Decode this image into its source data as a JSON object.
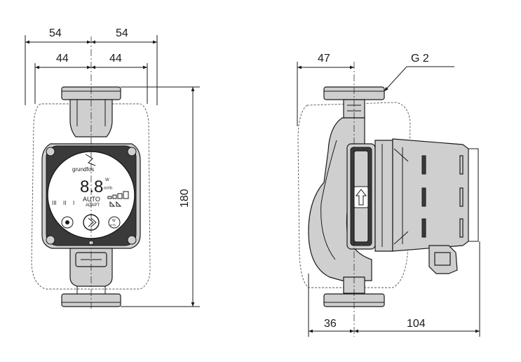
{
  "dimensions": {
    "front_outer_left": "54",
    "front_outer_right": "54",
    "front_inner_left": "44",
    "front_inner_right": "44",
    "front_height": "180",
    "side_top": "47",
    "side_bottom_left": "36",
    "side_bottom_right": "104",
    "thread": "G 2"
  },
  "front_panel": {
    "brand": "grundfos",
    "display": "8.8",
    "unit_top": "W",
    "unit_bottom": "m³/h",
    "auto_label": "AUTO",
    "adapt_label": "ADAPT",
    "bar_labels": [
      "III",
      "II",
      "I"
    ],
    "right_button_top": "W",
    "right_button_bottom": "m³/h"
  },
  "colors": {
    "line": "#1a1a1a",
    "fill": "#cfcfcf",
    "dark": "#3a3a3a"
  }
}
